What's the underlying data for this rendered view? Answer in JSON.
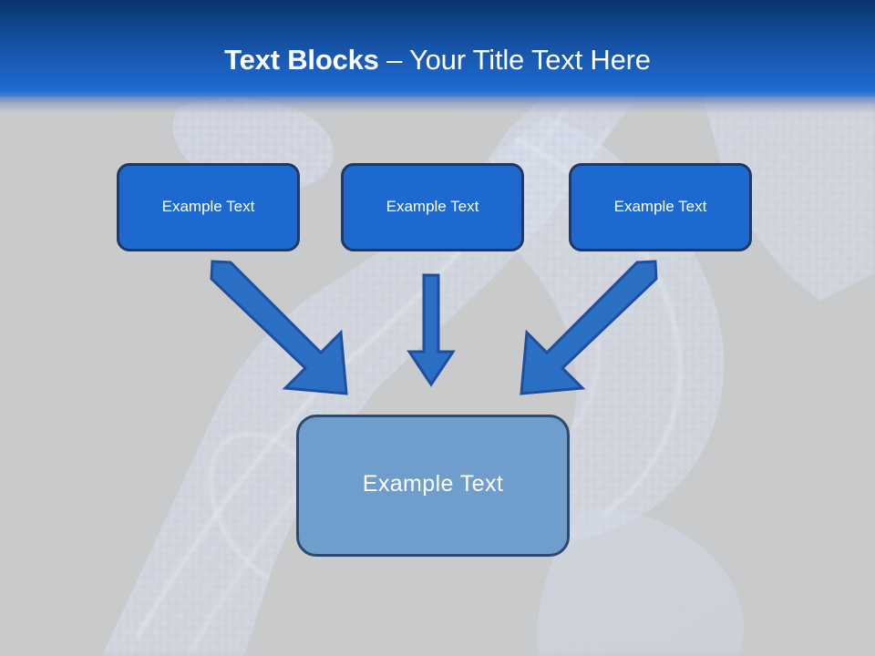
{
  "slide": {
    "background_color": "#c9cacc",
    "watermark": "wireframe-mesh-figure"
  },
  "header": {
    "title_strong": "Text Blocks",
    "title_light": " – Your Title Text Here",
    "gradient_top_color": "#0a3272",
    "gradient_bottom_color": "#2470d6",
    "text_color": "#ffffff"
  },
  "diagram": {
    "top_boxes": [
      {
        "label": "Example Text",
        "fill": "#1c6ad0",
        "border": "#1f3864"
      },
      {
        "label": "Example Text",
        "fill": "#1c6ad0",
        "border": "#1f3864"
      },
      {
        "label": "Example Text",
        "fill": "#1c6ad0",
        "border": "#1f3864"
      }
    ],
    "bottom_box": {
      "label": "Example Text",
      "fill": "#6f9ecd",
      "border": "#2c4a70"
    },
    "arrows": [
      {
        "name": "arrow-left-diagonal",
        "direction": "down-right",
        "fill": "#2b6fc4",
        "stroke": "#1f4e9c"
      },
      {
        "name": "arrow-middle-vertical",
        "direction": "down",
        "fill": "#2b6fc4",
        "stroke": "#1f4e9c"
      },
      {
        "name": "arrow-right-diagonal",
        "direction": "down-left",
        "fill": "#2b6fc4",
        "stroke": "#1f4e9c"
      }
    ]
  }
}
